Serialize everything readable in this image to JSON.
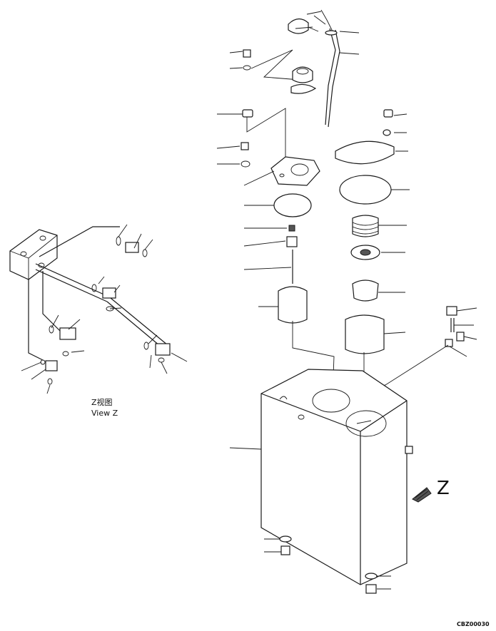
{
  "view_z_label_cjk": "Z视图",
  "view_z_label_en": "View Z",
  "arrow_letter": "Z",
  "drawing_code": "CBZ00030"
}
